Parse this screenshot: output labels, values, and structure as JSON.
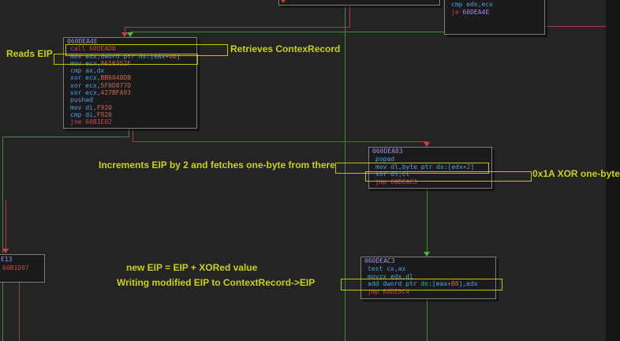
{
  "app": "disassembler graph view",
  "colors": {
    "background": "#242424",
    "block_background": "#1b1b1d",
    "block_border": "#7d7d7d",
    "address_text": "#9d8fe2",
    "instruction_text": "#4da0e0",
    "segment_text": "#35b2b2",
    "immediate_text": "#c9644f",
    "jump_text": "#c64747",
    "edge_green": "#44883f",
    "edge_red": "#a34141",
    "annotation_yellow": "#c9d01f"
  },
  "blocks": {
    "main": {
      "address": "060DEA4E",
      "lines": [
        {
          "pad": 4,
          "segs": [
            {
              "t": "060DEA4E",
              "c": "purple"
            }
          ]
        },
        {
          "pad": 8,
          "segs": [
            {
              "t": "call 60DEADB",
              "c": "red"
            }
          ]
        },
        {
          "pad": 8,
          "segs": [
            {
              "t": "mov edx,dword ptr ",
              "c": "blue"
            },
            {
              "t": "ds:",
              "c": "teal"
            },
            {
              "t": "[eax+",
              "c": "blue"
            },
            {
              "t": "B8",
              "c": "orange"
            },
            {
              "t": "]",
              "c": "blue"
            }
          ]
        },
        {
          "pad": 8,
          "segs": [
            {
              "t": "mov ecx,",
              "c": "blue"
            },
            {
              "t": "A616352F",
              "c": "orange"
            }
          ]
        },
        {
          "pad": 8,
          "segs": [
            {
              "t": "cmp ax,dx",
              "c": "blue"
            }
          ]
        },
        {
          "pad": 8,
          "segs": [
            {
              "t": "xor ecx,",
              "c": "blue"
            },
            {
              "t": "BB6048DB",
              "c": "orange"
            }
          ]
        },
        {
          "pad": 8,
          "segs": [
            {
              "t": "xor ecx,",
              "c": "blue"
            },
            {
              "t": "5F0D877D",
              "c": "orange"
            }
          ]
        },
        {
          "pad": 8,
          "segs": [
            {
              "t": "xor ecx,",
              "c": "blue"
            },
            {
              "t": "427BFA93",
              "c": "orange"
            }
          ]
        },
        {
          "pad": 8,
          "segs": [
            {
              "t": "pushad",
              "c": "blue"
            }
          ]
        },
        {
          "pad": 8,
          "segs": [
            {
              "t": "mov di,",
              "c": "blue"
            },
            {
              "t": "F920",
              "c": "orange"
            }
          ]
        },
        {
          "pad": 8,
          "segs": [
            {
              "t": "cmp di,",
              "c": "blue"
            },
            {
              "t": "F920",
              "c": "orange"
            }
          ]
        },
        {
          "pad": 8,
          "segs": [
            {
              "t": "jne 60B1E02",
              "c": "red"
            }
          ]
        }
      ]
    },
    "mid": {
      "address": "060DEA83",
      "lines": [
        {
          "pad": 4,
          "segs": [
            {
              "t": "060DEA83",
              "c": "purple"
            }
          ]
        },
        {
          "pad": 8,
          "segs": [
            {
              "t": "popad",
              "c": "blue"
            }
          ]
        },
        {
          "pad": 8,
          "segs": [
            {
              "t": "mov dl,byte ptr ",
              "c": "blue"
            },
            {
              "t": "ds:",
              "c": "teal"
            },
            {
              "t": "[edx+",
              "c": "blue"
            },
            {
              "t": "2",
              "c": "orange"
            },
            {
              "t": "]",
              "c": "blue"
            }
          ]
        },
        {
          "pad": 8,
          "segs": [
            {
              "t": "xor dl,cl",
              "c": "blue"
            }
          ]
        },
        {
          "pad": 8,
          "segs": [
            {
              "t": "jmp 60DEAC3",
              "c": "red"
            }
          ]
        }
      ]
    },
    "bottom": {
      "address": "060DEAC3",
      "lines": [
        {
          "pad": 4,
          "segs": [
            {
              "t": "060DEAC3",
              "c": "purple"
            }
          ]
        },
        {
          "pad": 8,
          "segs": [
            {
              "t": "test cx,ax",
              "c": "blue"
            }
          ]
        },
        {
          "pad": 8,
          "segs": [
            {
              "t": "movzx edx,dl",
              "c": "blue"
            }
          ]
        },
        {
          "pad": 8,
          "segs": [
            {
              "t": "add dword ptr ",
              "c": "blue"
            },
            {
              "t": "ds:",
              "c": "teal"
            },
            {
              "t": "[eax+",
              "c": "blue"
            },
            {
              "t": "B8",
              "c": "orange"
            },
            {
              "t": "],edx",
              "c": "blue"
            }
          ]
        },
        {
          "pad": 8,
          "segs": [
            {
              "t": "jmp 60DE9C4",
              "c": "red"
            }
          ]
        }
      ]
    },
    "topright": {
      "address": "",
      "lines": [
        {
          "pad": 8,
          "segs": [
            {
              "t": "cmp edx,ecx",
              "c": "blue"
            }
          ]
        },
        {
          "pad": 8,
          "segs": [
            {
              "t": "je ",
              "c": "red"
            },
            {
              "t": "60DEA4E",
              "c": "purple"
            }
          ]
        }
      ]
    },
    "leftedge": {
      "address": "",
      "lines": [
        {
          "pad": 30,
          "segs": [
            {
              "t": "E13",
              "c": "purple"
            }
          ]
        },
        {
          "pad": 32,
          "segs": [
            {
              "t": "60B1D97",
              "c": "red"
            }
          ]
        }
      ]
    }
  },
  "annotations": {
    "reads_eip": "Reads EIP",
    "retrieves_contextrecord": "Retrieves ContexRecord",
    "increments_eip": "Increments EIP by 2 and fetches one-byte from there",
    "xor_one_byte": "0x1A XOR one-byte",
    "new_eip": "new EIP = EIP + XORed value",
    "writing_eip": "Writing modified EIP to ContextRecord->EIP"
  }
}
